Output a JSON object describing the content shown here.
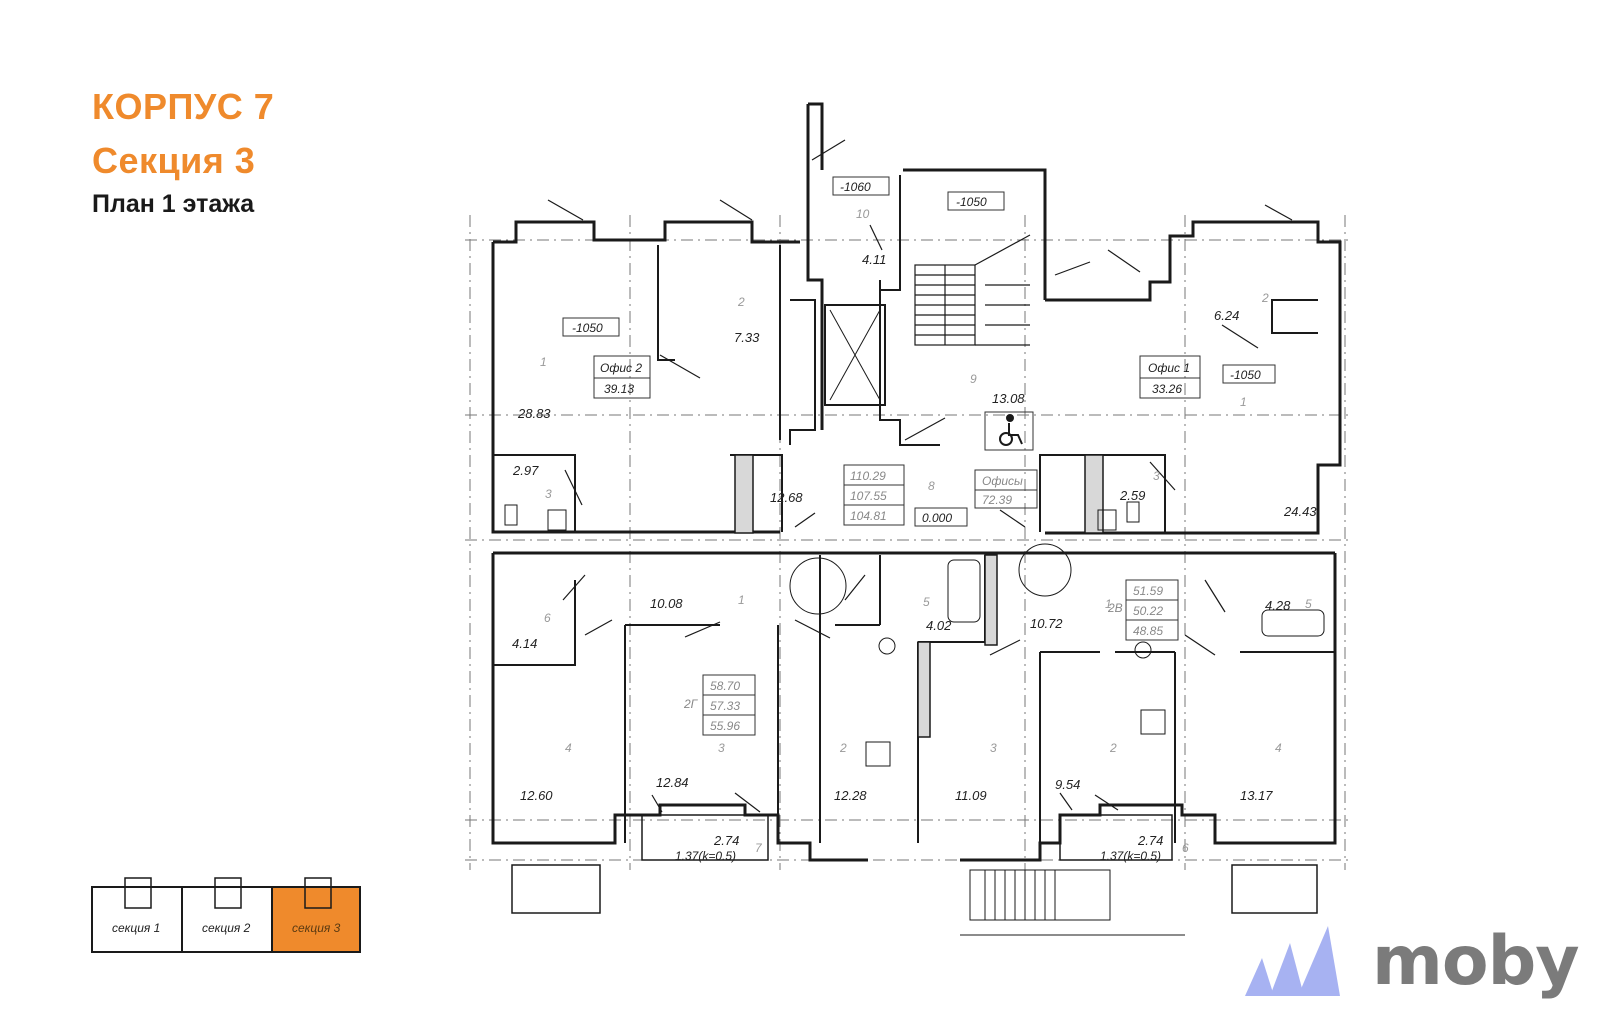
{
  "header": {
    "building": "КОРПУС 7",
    "section": "Секция 3",
    "plan": "План 1 этажа"
  },
  "section_selector": {
    "items": [
      {
        "label": "секция 1",
        "active": false
      },
      {
        "label": "секция 2",
        "active": false
      },
      {
        "label": "секция 3",
        "active": true
      }
    ],
    "active_color": "#ef8a2c"
  },
  "brand": {
    "name": "moby",
    "mark_color": "#a7b2f2",
    "text_color": "#7b7b7b"
  },
  "accent_color": "#ef8a2c",
  "plan": {
    "level_marks": [
      "-1060",
      "-1050",
      "-1050",
      "-1050",
      "0.000"
    ],
    "office2": {
      "name": "Офис 2",
      "area": "39.13"
    },
    "office1": {
      "name": "Офис 1",
      "area": "33.26"
    },
    "offices_total": {
      "name": "Офисы",
      "area": "72.39"
    },
    "apt_2g": {
      "code": "2Г",
      "areas": [
        "58.70",
        "57.33",
        "55.96"
      ]
    },
    "apt_2v": {
      "code": "2В",
      "areas": [
        "51.59",
        "50.22",
        "48.85"
      ]
    },
    "common": {
      "code": "8",
      "areas": [
        "110.29",
        "107.55",
        "104.81"
      ]
    },
    "room_areas": {
      "a1": "28.83",
      "a2": "7.33",
      "a3": "2.97",
      "a4": "4.11",
      "a5": "13.08",
      "a6": "6.24",
      "a7": "24.43",
      "a8": "2.59",
      "a9": "12.68",
      "a10": "10.08",
      "a11": "4.14",
      "a12": "12.60",
      "a13": "12.84",
      "a14": "12.28",
      "a15": "4.02",
      "a16": "11.09",
      "a17": "10.72",
      "a18": "4.28",
      "a19": "9.54",
      "a20": "13.17",
      "a21": "2.74",
      "a22": "2.74"
    },
    "balcony_left": "1.37(k=0.5)",
    "balcony_right": "1.37(k=0.5)",
    "room_numbers": {
      "n1": "1",
      "n2": "2",
      "n3": "3",
      "n4": "10",
      "n5": "9",
      "n6": "2",
      "n7": "1",
      "n8": "3",
      "n9": "8",
      "n10": "6",
      "n11": "1",
      "n12": "5",
      "n13": "1",
      "n14": "5",
      "n15": "4",
      "n16": "3",
      "n17": "2",
      "n18": "3",
      "n19": "2",
      "n20": "4",
      "n21": "7",
      "n22": "6"
    }
  }
}
